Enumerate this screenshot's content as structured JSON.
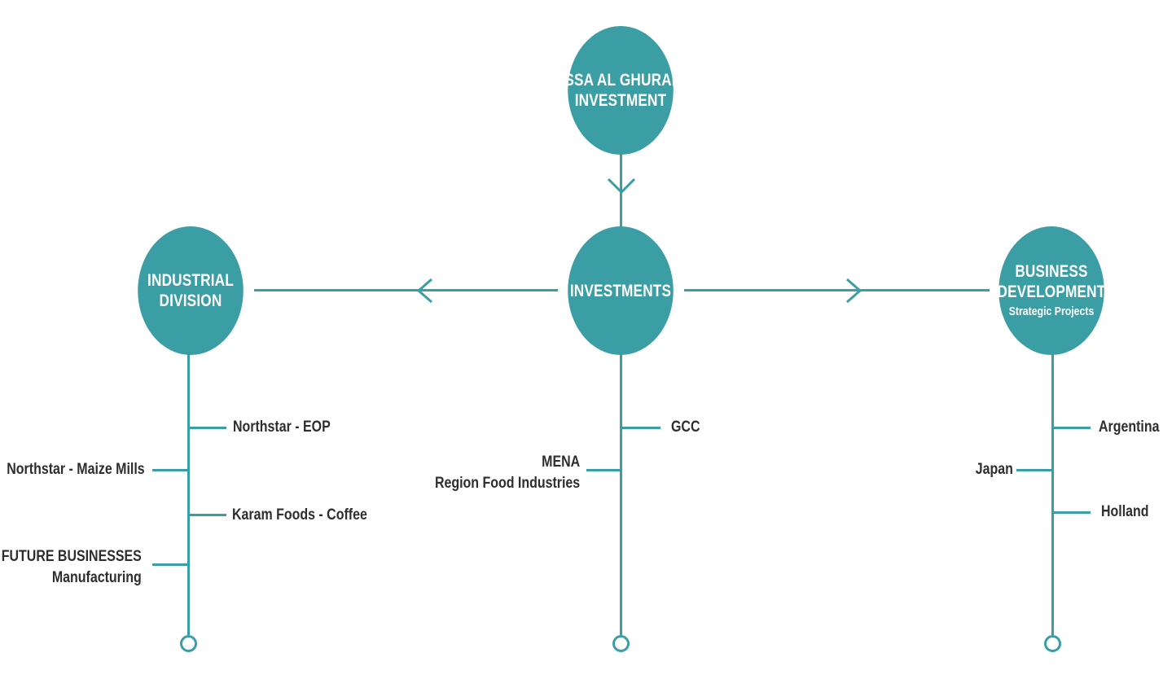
{
  "colors": {
    "teal": "#3a9ea4",
    "label_text": "#2e2e2e",
    "node_text": "#ffffff"
  },
  "nodes": {
    "root": {
      "lines": [
        "ESSA AL GHURAIR",
        "INVESTMENT"
      ]
    },
    "investments": {
      "lines": [
        "INVESTMENTS"
      ]
    },
    "industrial": {
      "lines": [
        "INDUSTRIAL",
        "DIVISION"
      ]
    },
    "business": {
      "lines": [
        "BUSINESS",
        "DEVELOPMENT"
      ],
      "subtitle": "Strategic Projects"
    }
  },
  "branches": {
    "industrial": [
      {
        "lines": [
          "Northstar - EOP"
        ]
      },
      {
        "lines": [
          "Northstar - Maize Mills"
        ]
      },
      {
        "lines": [
          "Karam Foods - Coffee"
        ]
      },
      {
        "lines": [
          "FUTURE BUSINESSES",
          "Manufacturing"
        ]
      }
    ],
    "investments": [
      {
        "lines": [
          "GCC"
        ]
      },
      {
        "lines": [
          "MENA",
          "Region Food Industries"
        ]
      }
    ],
    "business": [
      {
        "lines": [
          "Argentina"
        ]
      },
      {
        "lines": [
          "Japan"
        ]
      },
      {
        "lines": [
          "Holland"
        ]
      }
    ]
  }
}
